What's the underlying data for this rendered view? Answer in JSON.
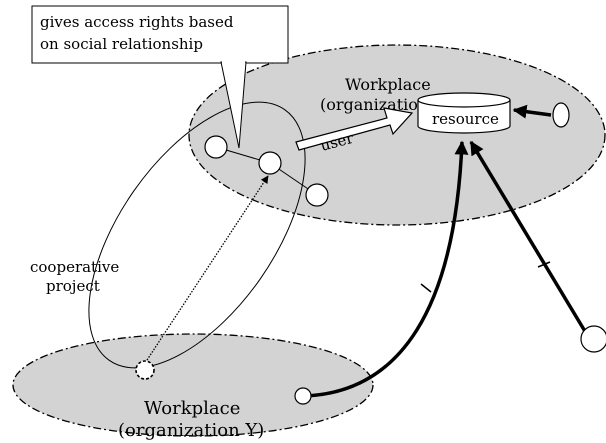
{
  "callout": {
    "line1": "gives access rights based",
    "line2": "on social relationship"
  },
  "workplace_x": {
    "line1": "Workplace",
    "line2": "(organization X)"
  },
  "workplace_y": {
    "line1": "Workplace",
    "line2": "(organization Y)"
  },
  "resource_label": "resource",
  "user_label": "user",
  "project_label": {
    "line1": "cooperative",
    "line2": "project"
  },
  "colors": {
    "region_fill": "#d3d3d3",
    "stroke": "#000000",
    "background": "#ffffff"
  }
}
